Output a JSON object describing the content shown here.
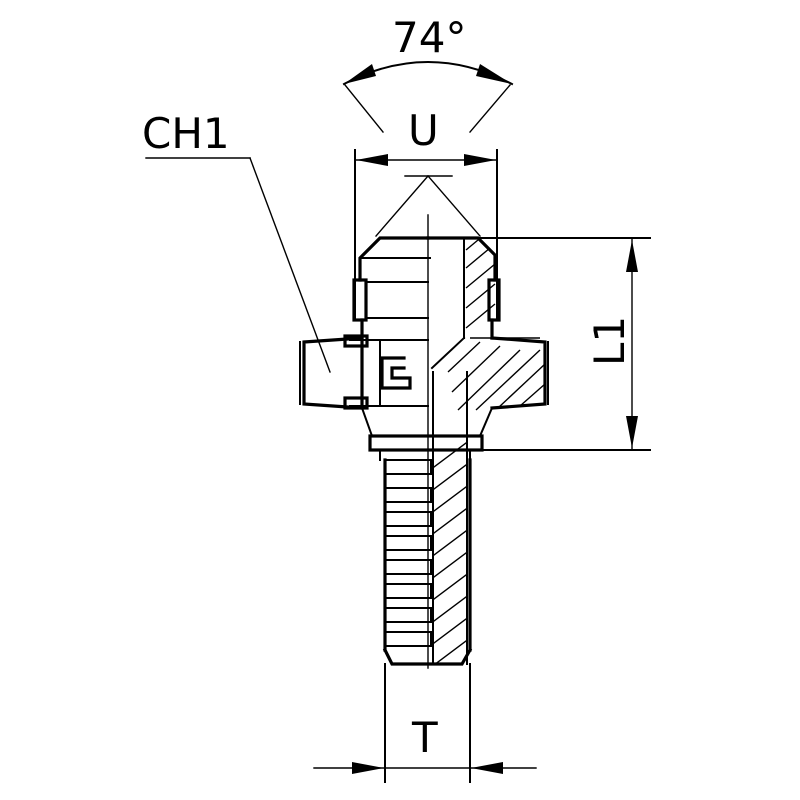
{
  "labels": {
    "angle": "74°",
    "hex": "CH1",
    "cone_diameter": "U",
    "length": "L1",
    "tail_diameter": "T"
  },
  "colors": {
    "line": "#000000",
    "background": "#ffffff"
  }
}
